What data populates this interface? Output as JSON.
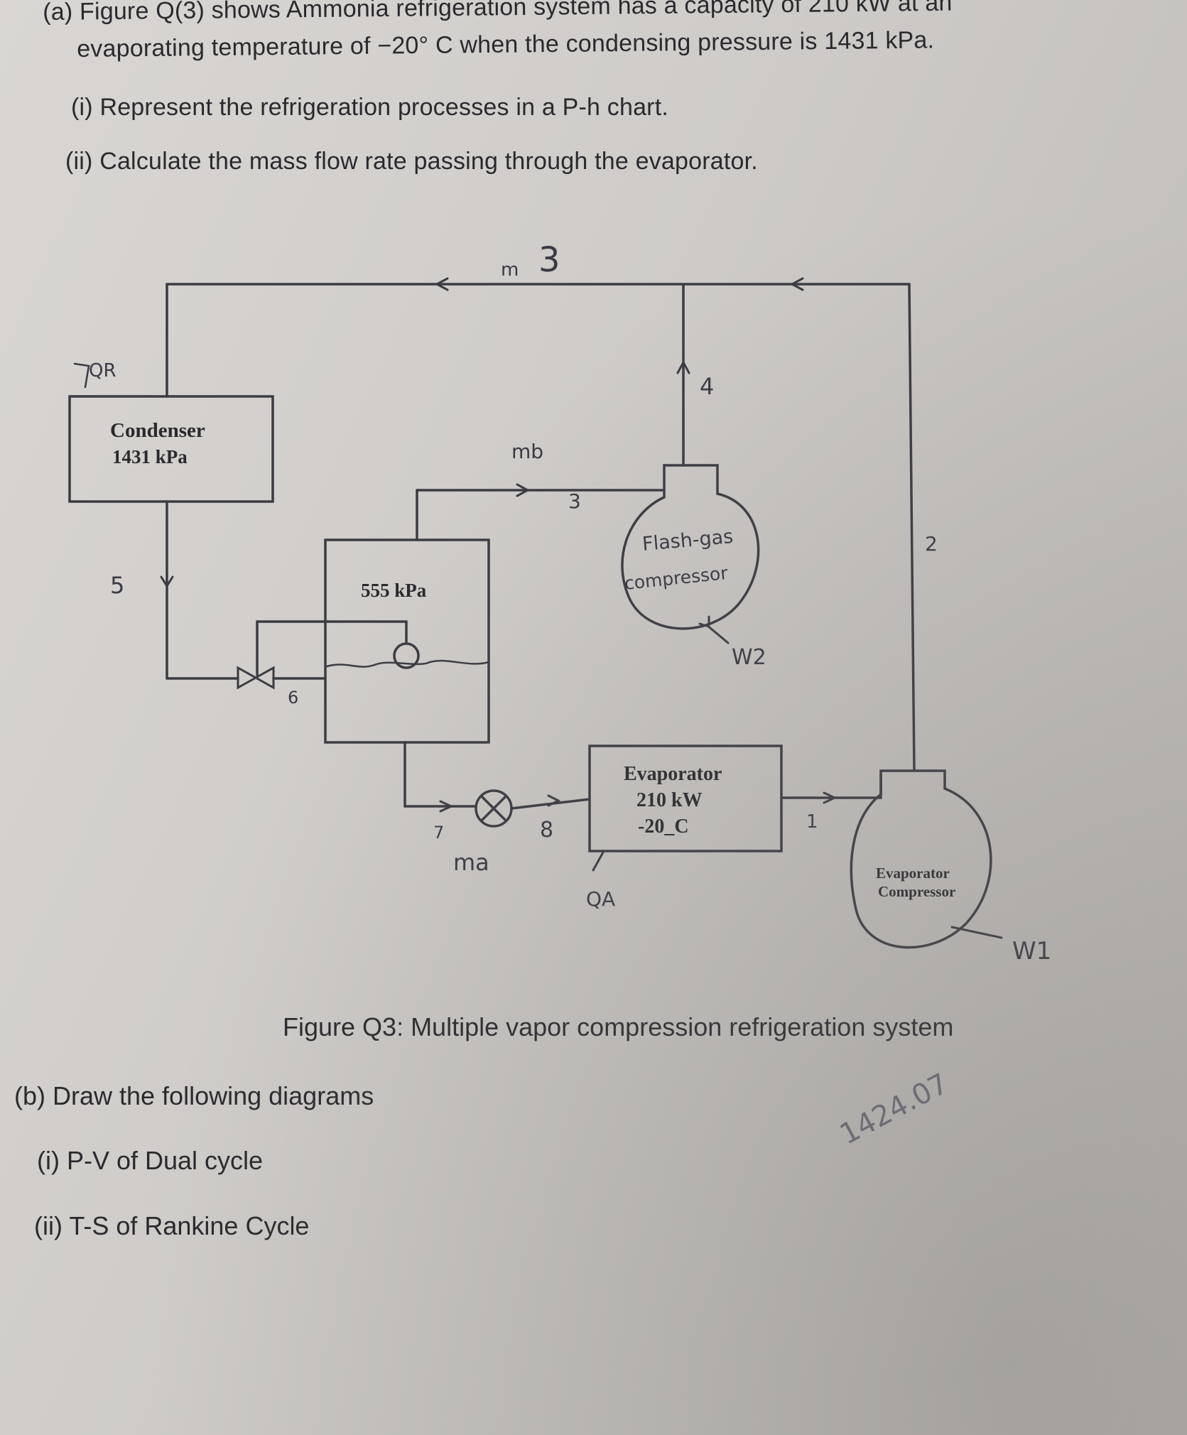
{
  "part_a": {
    "line1": "(a) Figure Q(3) shows Ammonia refrigeration system has a capacity of 210 kW at an",
    "line2": "evaporating temperature of −20° C when the condensing pressure is 1431 kPa.",
    "sub_i": "(i) Represent the refrigeration processes in a P-h chart.",
    "sub_ii": "(ii) Calculate the mass flow rate passing through the evaporator."
  },
  "diagram": {
    "condenser_label": "Condenser",
    "condenser_pressure": "1431 kPa",
    "flash_chamber_pressure": "555 kPa",
    "evaporator_label": "Evaporator",
    "evaporator_capacity": "210 kW",
    "evaporator_temp": "-20_C",
    "evap_compressor_line1": "Evaporator",
    "evap_compressor_line2": "Compressor",
    "handwritten": {
      "flash_gas_line1": "Flash-gas",
      "flash_gas_line2": "compressor",
      "qr": "QR",
      "m": "m",
      "m3": "3",
      "mb": "mb",
      "ma": "ma",
      "qa": "QA",
      "w1": "W1",
      "w2": "W2",
      "state_1": "1",
      "state_2": "2",
      "state_3": "3",
      "state_4": "4",
      "state_5": "5",
      "state_6": "6",
      "state_7": "7",
      "state_8": "8"
    }
  },
  "figure_caption": "Figure Q3: Multiple vapor compression refrigeration system",
  "part_b": {
    "title": "(b) Draw the following diagrams",
    "sub_i": "(i)  P-V of Dual cycle",
    "sub_ii": "(ii) T-S of Rankine Cycle"
  },
  "margin_note": "1424.07"
}
